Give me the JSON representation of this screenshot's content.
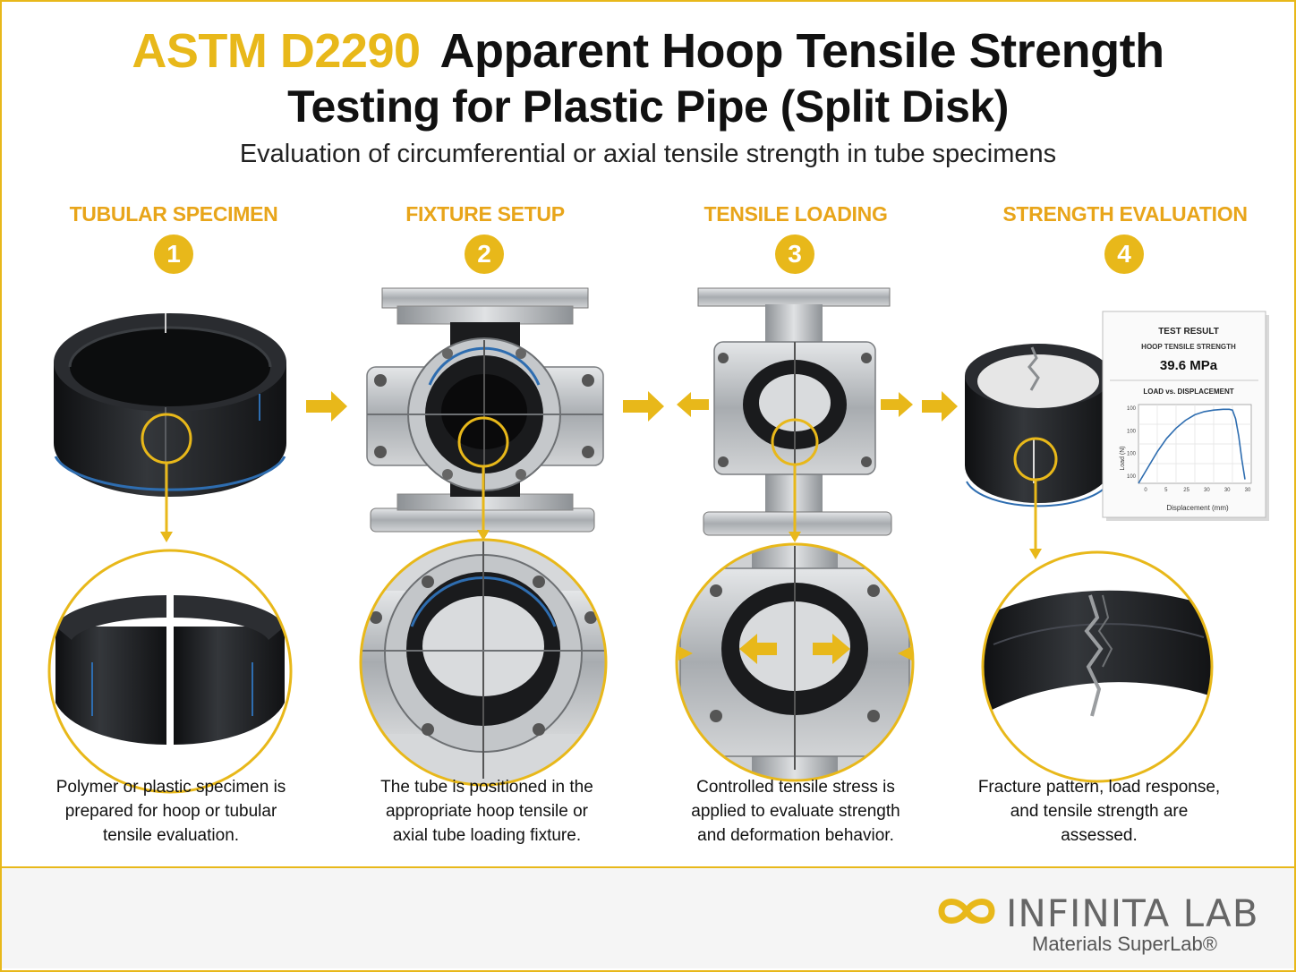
{
  "header": {
    "standard": "ASTM D2290",
    "title_line1": "Apparent Hoop Tensile Strength",
    "title_line2": "Testing for Plastic Pipe (Split Disk)",
    "subtitle": "Evaluation of circumferential or axial tensile strength in tube specimens"
  },
  "steps": [
    {
      "number": "1",
      "title": "TUBULAR SPECIMEN",
      "caption_lines": [
        "Polymer or plastic specimen is",
        "prepared for hoop or tubular",
        "tensile evaluation."
      ]
    },
    {
      "number": "2",
      "title": "FIXTURE SETUP",
      "caption_lines": [
        "The tube is positioned in the",
        "appropriate hoop tensile or",
        "axial tube loading fixture."
      ]
    },
    {
      "number": "3",
      "title": "TENSILE LOADING",
      "caption_lines": [
        "Controlled tensile stress is",
        "applied to evaluate strength",
        "and deformation behavior."
      ]
    },
    {
      "number": "4",
      "title": "STRENGTH EVALUATION",
      "caption_lines": [
        "Fracture pattern, load response,",
        "and tensile strength are",
        "assessed."
      ]
    }
  ],
  "result_card": {
    "heading": "TEST RESULT",
    "metric_label": "HOOP TENSILE STRENGTH",
    "metric_value": "39.6 MPa",
    "chart_title": "LOAD vs. DISPLACEMENT",
    "ylabel": "Load (N)",
    "xlabel": "Displacement (mm)",
    "ytick_labels": [
      "100",
      "100",
      "100",
      "100"
    ],
    "xtick_labels": [
      "0",
      "5",
      "25",
      "30",
      "30",
      "30"
    ]
  },
  "chart_data": {
    "type": "line",
    "title": "LOAD vs. DISPLACEMENT",
    "xlabel": "Displacement (mm)",
    "ylabel": "Load (N)",
    "xlim": [
      0,
      36
    ],
    "ylim": [
      0,
      100
    ],
    "series": [
      {
        "x": [
          0,
          3,
          6,
          9,
          12,
          15,
          18,
          21,
          24,
          27,
          29,
          30,
          31,
          32,
          33,
          34
        ],
        "y": [
          0,
          20,
          40,
          57,
          70,
          80,
          87,
          91,
          93,
          94,
          94,
          93,
          82,
          60,
          30,
          5
        ]
      }
    ]
  },
  "footer": {
    "brand": "INFINITA LAB",
    "tagline": "Materials SuperLab®"
  },
  "colors": {
    "accent": "#e8b81a",
    "pipe": "#1f2124",
    "stripe": "#2e6db0",
    "steel": "#b9bcc0"
  }
}
